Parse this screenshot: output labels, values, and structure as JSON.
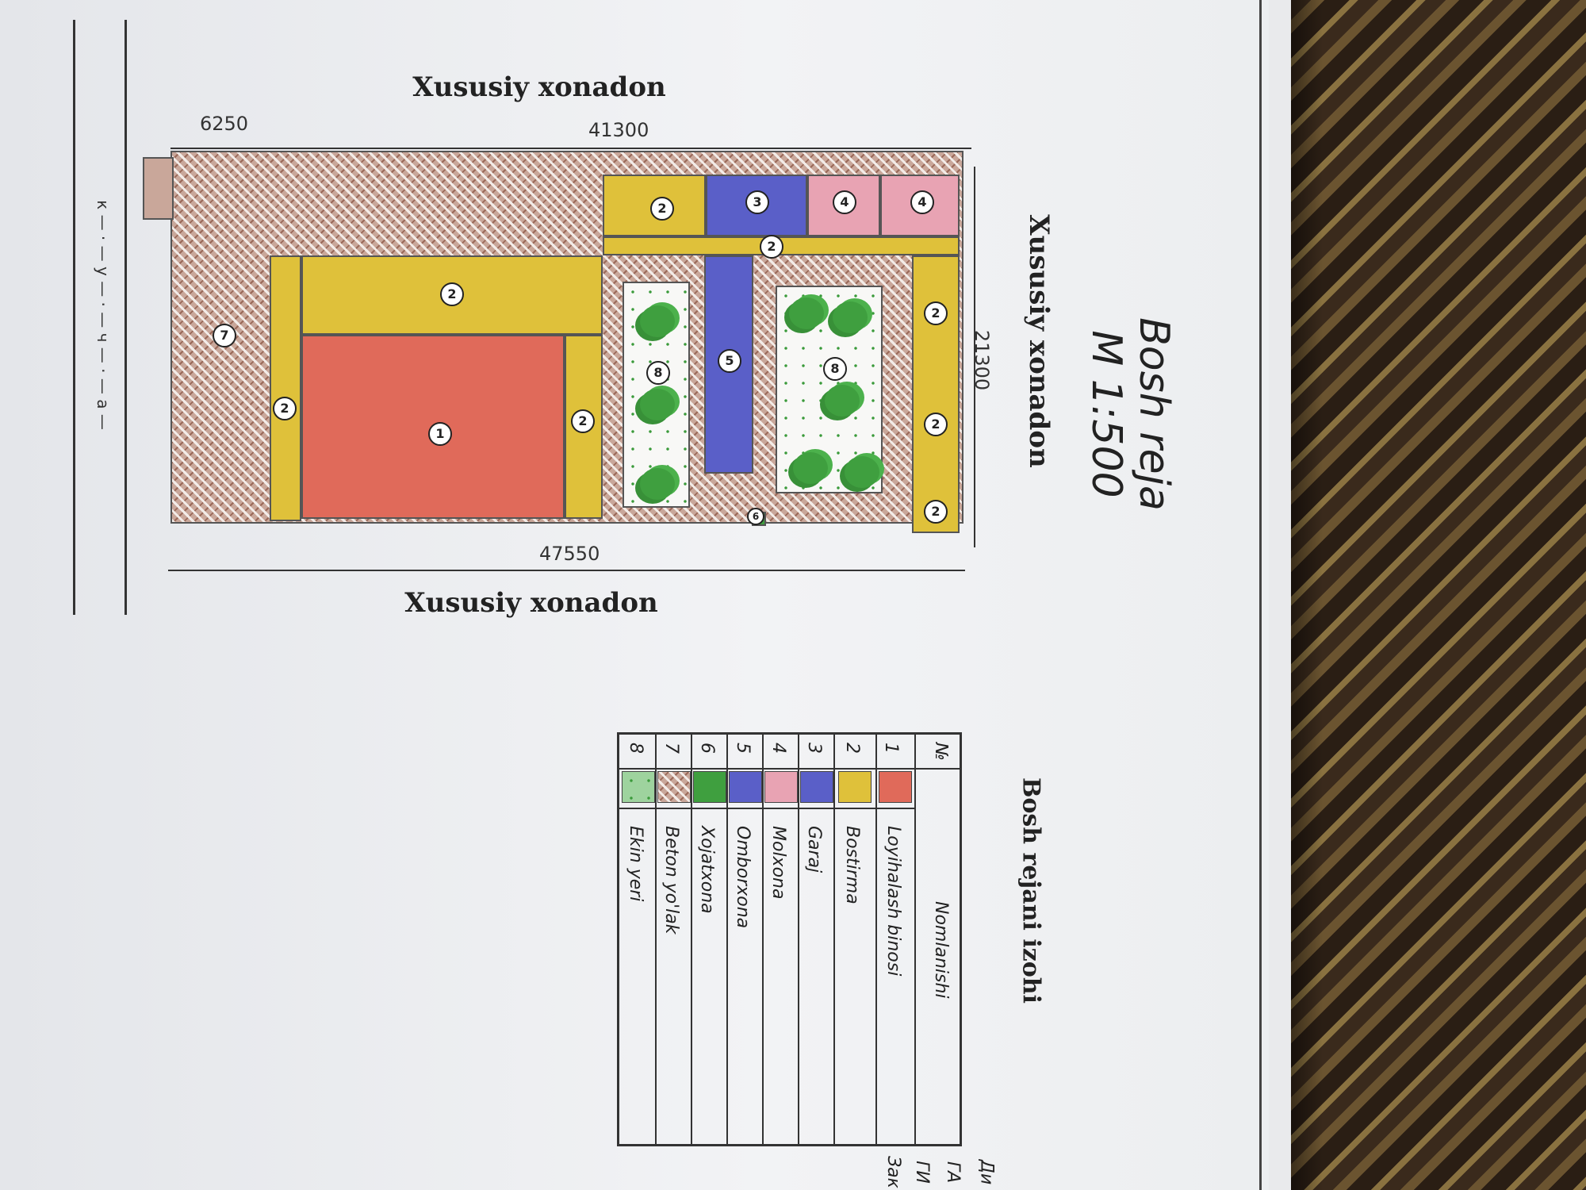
{
  "title": "Bosh reja",
  "scale": "M 1:500",
  "neighbors": {
    "top": "Xususiy xonadon",
    "left": "Xususiy xonadon",
    "right": "Xususiy xonadon"
  },
  "dimensions": {
    "offset": "6250",
    "top_length": "41300",
    "bottom_length": "47550",
    "width": "21300"
  },
  "street_label": "к — · — у — · — ч — · — а —",
  "legend": {
    "title": "Bosh rejani izohi",
    "col_no": "№",
    "col_name": "Nomlanishi",
    "items": [
      {
        "no": "1",
        "name": "Loyihalash binosi",
        "color": "#e06a5a"
      },
      {
        "no": "2",
        "name": "Bostirma",
        "color": "#dfc13a"
      },
      {
        "no": "3",
        "name": "Garaj",
        "color": "#5a5fc8"
      },
      {
        "no": "4",
        "name": "Molxona",
        "color": "#e8a3b3"
      },
      {
        "no": "5",
        "name": "Omborxona",
        "color": "#5a5fc8"
      },
      {
        "no": "6",
        "name": "Xojatxona",
        "color": "#3f9f3f"
      },
      {
        "no": "7",
        "name": "Beton yo'lak",
        "color": "#c9a79a"
      },
      {
        "no": "8",
        "name": "Ekin yeri",
        "color": "#9ed39e"
      }
    ]
  },
  "plan_markers": [
    "1",
    "2",
    "3",
    "4",
    "5",
    "6",
    "7",
    "8"
  ],
  "bottom_right_text": [
    "Ди",
    "ГА",
    "ГИ",
    "Зак"
  ]
}
